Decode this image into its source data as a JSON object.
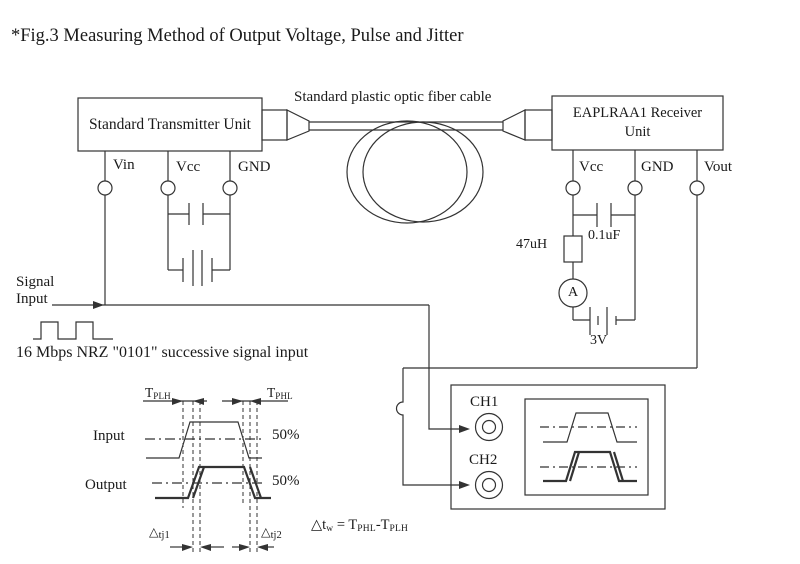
{
  "title": "*Fig.3 Measuring Method of Output Voltage, Pulse and Jitter",
  "cable": {
    "label": "Standard plastic optic fiber cable"
  },
  "transmitter": {
    "label": "Standard Transmitter Unit",
    "pins": [
      "Vin",
      "Vcc",
      "GND"
    ]
  },
  "receiver": {
    "label_line1": "EAPLRAA1 Receiver",
    "label_line2": "Unit",
    "pins": [
      "Vcc",
      "GND",
      "Vout"
    ]
  },
  "components": {
    "inductor": "47uH",
    "capacitor": "0.1uF",
    "battery": "3V",
    "ammeter": "A"
  },
  "signal": {
    "label_line1": "Signal",
    "label_line2": "Input",
    "description": "16 Mbps NRZ \"0101\" successive signal input"
  },
  "scope": {
    "ch1": "CH1",
    "ch2": "CH2"
  },
  "timing": {
    "tplh": {
      "main": "T",
      "sub": "PLH"
    },
    "tphl": {
      "main": "T",
      "sub": "PHL"
    },
    "input_label": "Input",
    "output_label": "Output",
    "fifty_input": "50%",
    "fifty_output": "50%",
    "tj1": {
      "tri": "△",
      "sub": "tj1"
    },
    "tj2": {
      "tri": "△",
      "sub": "tj2"
    },
    "formula": {
      "p1": "△t",
      "s1": "w",
      "p2": " = T",
      "s2": "PHL",
      "p3": "-T",
      "s3": "PLH"
    }
  },
  "colors": {
    "line": "#333333",
    "text": "#1a1a1a",
    "background": "#ffffff"
  }
}
